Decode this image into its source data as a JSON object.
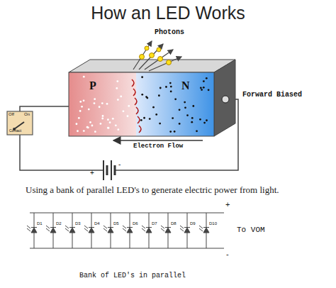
{
  "diagram": {
    "title": "How an LED Works",
    "caption": "Using a bank of parallel LED's to generate electric power from light.",
    "nodes": [
      {
        "text": [
          "P"
        ]
      },
      {
        "text": [
          "N"
        ]
      }
    ],
    "labels": [
      "Photons",
      "Forward Biased",
      "Electron Flow",
      "Off",
      "On",
      "Contact",
      "+",
      "-",
      "D1",
      "D2",
      "D3",
      "D4",
      "D5",
      "D6",
      "D7",
      "D8",
      "D9",
      "D10",
      "+",
      "-",
      "To VOM",
      "Bank of LED's in parallel"
    ]
  }
}
